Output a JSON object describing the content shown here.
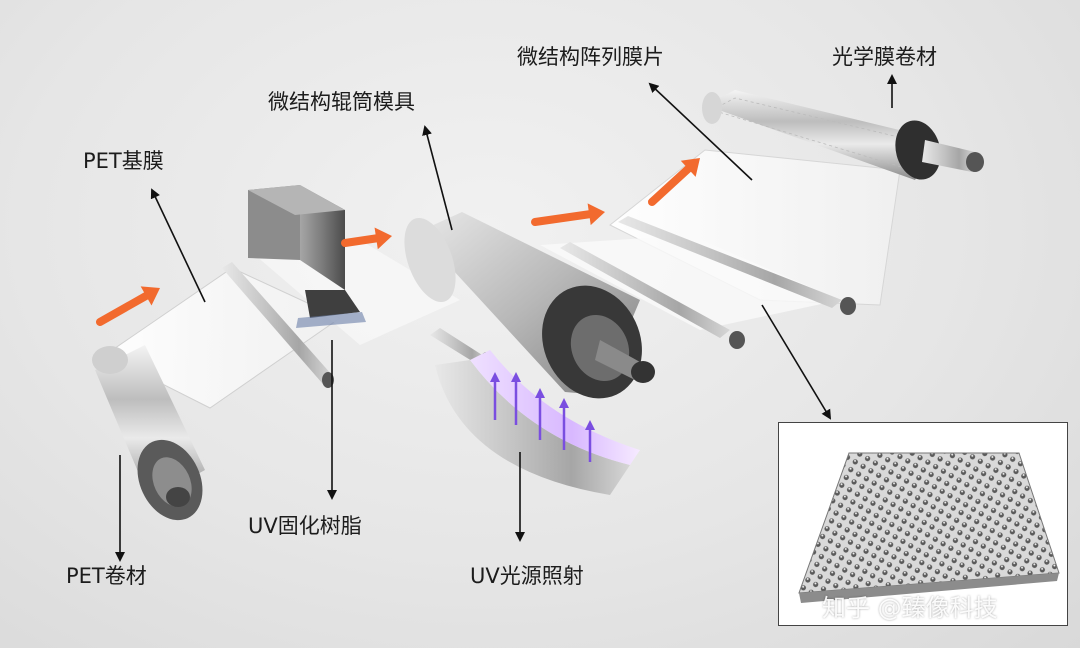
{
  "labels": {
    "pet_film": "PET基膜",
    "pet_roll": "PET卷材",
    "roller_mold": "微结构辊筒模具",
    "uv_resin": "UV固化树脂",
    "uv_light": "UV光源照射",
    "array_film": "微结构阵列膜片",
    "optical_roll": "光学膜卷材"
  },
  "watermark": "知乎 @臻像科技",
  "colors": {
    "flow_arrow": "#f26a2e",
    "uv_ray": "#7a4ee0",
    "label_text": "#1c1c1c"
  }
}
